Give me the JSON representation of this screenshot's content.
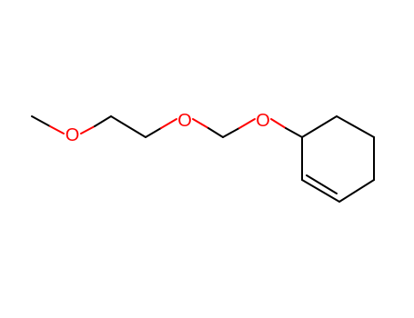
{
  "molecule": {
    "atoms": [
      {
        "id": "O1",
        "label": "O"
      },
      {
        "id": "O2",
        "label": "O"
      },
      {
        "id": "O3",
        "label": "O"
      }
    ],
    "colors": {
      "carbon_bond": "#000000",
      "oxygen": "#ff0000"
    }
  }
}
